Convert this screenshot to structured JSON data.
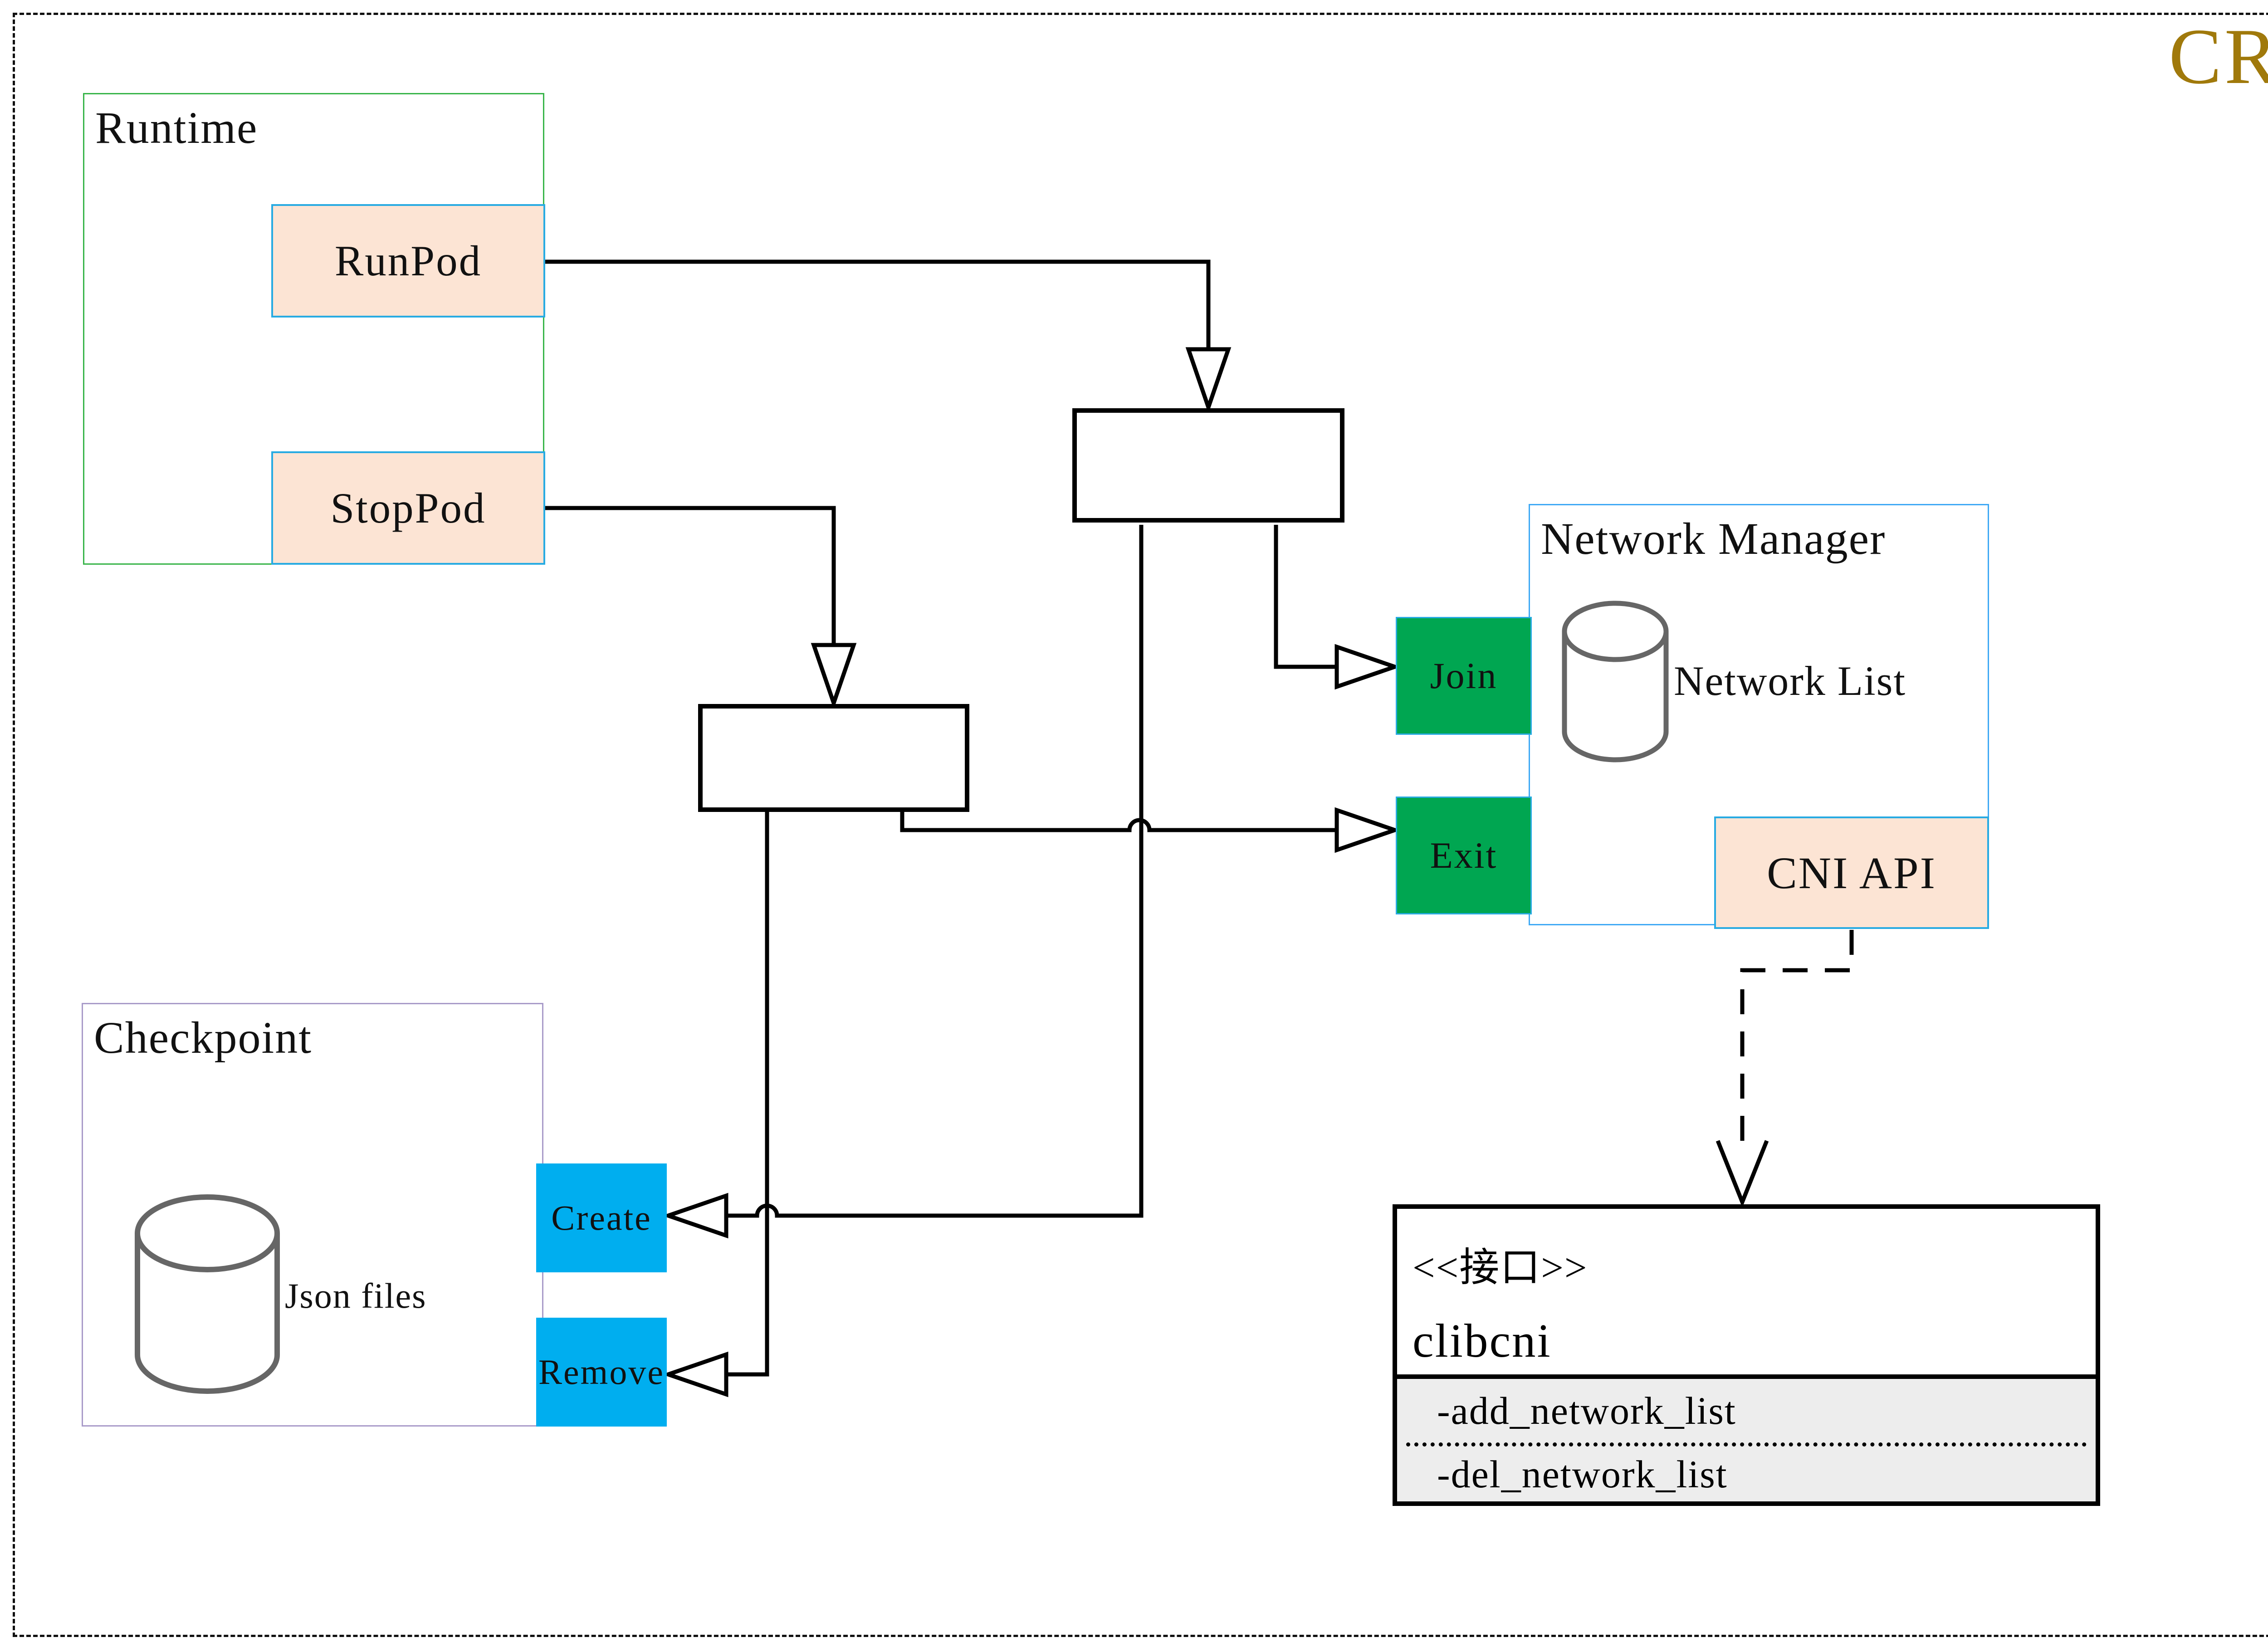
{
  "header": {
    "title": "CRI",
    "title_color": "#A0790B"
  },
  "runtime": {
    "label": "Runtime",
    "buttons": [
      {
        "label": "RunPod"
      },
      {
        "label": "StopPod"
      }
    ]
  },
  "network_manager": {
    "label": "Network Manager",
    "store_icon": "database-cylinder",
    "store_label": "Network List",
    "actions": [
      {
        "label": "Join"
      },
      {
        "label": "Exit"
      }
    ],
    "api_label": "CNI API"
  },
  "checkpoint": {
    "label": "Checkpoint",
    "store_icon": "database-cylinder",
    "store_label": "Json files",
    "actions": [
      {
        "label": "Create"
      },
      {
        "label": "Remove"
      }
    ]
  },
  "interface_class": {
    "stereotype": "<<接口>>",
    "name": "clibcni",
    "methods": [
      "-add_network_list",
      "-del_network_list"
    ]
  },
  "colors": {
    "accent_gold": "#A0790B",
    "runtime_border_green": "#39B54A",
    "checkpoint_border_purple": "#A99BC9",
    "network_manager_border_blue": "#3FA9F5",
    "pill_peach_fill": "#FCE4D4",
    "pill_cyan_border": "#29ABE2",
    "action_green_fill": "#00A651",
    "action_cyan_fill": "#00AEEF",
    "interface_section_gray": "#EDEDED",
    "cylinder_stroke_gray": "#666666"
  }
}
